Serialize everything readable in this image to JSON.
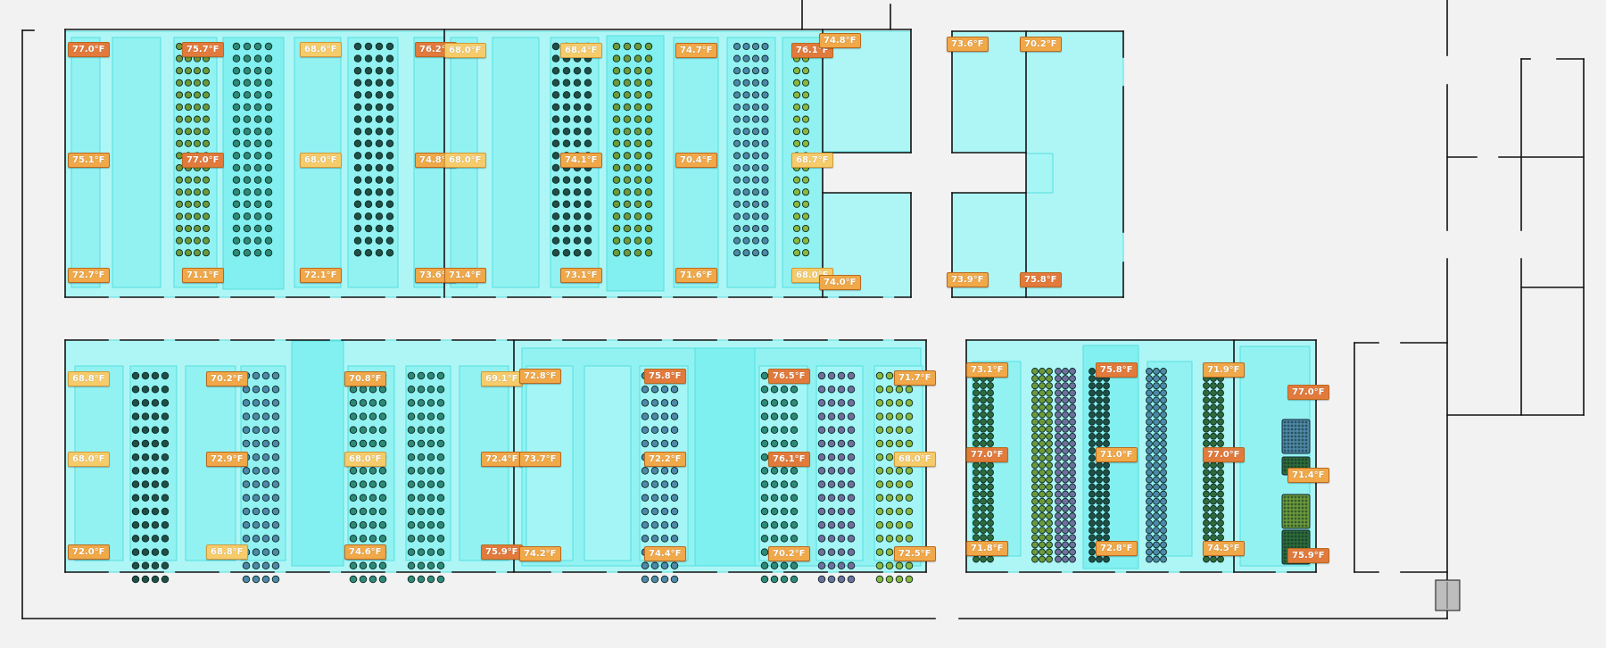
{
  "colors": {
    "background": "#f2f2f2",
    "zone_fill": "#a6f6f6",
    "zone_fill_alt": "#8ff2f2",
    "zone_fill_deep": "#7df0f0",
    "zone_border": "#55dede",
    "wall": "#111111",
    "tag_hot": "#e27a3c",
    "tag_warm": "#f0a848",
    "tag_mild": "#f6cc6a",
    "plant_dark": "#1f4f46",
    "plant_teal": "#2e8a76",
    "plant_green": "#6c9a3a",
    "plant_blue": "#4f88a8",
    "plant_purple": "#6f6f9f",
    "plant_lime": "#8ab83e",
    "plant_forest": "#2f6b3a"
  },
  "icons": [
    "sensor-tag-icon",
    "plant-pot-icon",
    "door-icon"
  ],
  "sensors": [
    {
      "label": "77.0°F",
      "tone": "hot"
    },
    {
      "label": "75.7°F",
      "tone": "hot"
    },
    {
      "label": "68.6°F",
      "tone": "mild"
    },
    {
      "label": "76.2°F",
      "tone": "hot"
    },
    {
      "label": "68.0°F",
      "tone": "mild"
    },
    {
      "label": "68.4°F",
      "tone": "mild"
    },
    {
      "label": "74.7°F",
      "tone": "warm"
    },
    {
      "label": "76.1°F",
      "tone": "hot"
    },
    {
      "label": "74.8°F",
      "tone": "warm"
    },
    {
      "label": "73.6°F",
      "tone": "warm"
    },
    {
      "label": "70.2°F",
      "tone": "warm"
    },
    {
      "label": "75.1°F",
      "tone": "warm"
    },
    {
      "label": "77.0°F",
      "tone": "hot"
    },
    {
      "label": "68.0°F",
      "tone": "mild"
    },
    {
      "label": "74.8°F",
      "tone": "warm"
    },
    {
      "label": "68.0°F",
      "tone": "mild"
    },
    {
      "label": "74.1°F",
      "tone": "warm"
    },
    {
      "label": "70.4°F",
      "tone": "warm"
    },
    {
      "label": "68.7°F",
      "tone": "mild"
    },
    {
      "label": "72.7°F",
      "tone": "warm"
    },
    {
      "label": "71.1°F",
      "tone": "warm"
    },
    {
      "label": "72.1°F",
      "tone": "warm"
    },
    {
      "label": "73.6°F",
      "tone": "warm"
    },
    {
      "label": "71.4°F",
      "tone": "warm"
    },
    {
      "label": "73.1°F",
      "tone": "warm"
    },
    {
      "label": "71.6°F",
      "tone": "warm"
    },
    {
      "label": "68.0°F",
      "tone": "mild"
    },
    {
      "label": "74.0°F",
      "tone": "warm"
    },
    {
      "label": "73.9°F",
      "tone": "warm"
    },
    {
      "label": "75.8°F",
      "tone": "hot"
    },
    {
      "label": "68.8°F",
      "tone": "mild"
    },
    {
      "label": "70.2°F",
      "tone": "warm"
    },
    {
      "label": "70.8°F",
      "tone": "warm"
    },
    {
      "label": "69.1°F",
      "tone": "mild"
    },
    {
      "label": "72.8°F",
      "tone": "warm"
    },
    {
      "label": "75.8°F",
      "tone": "hot"
    },
    {
      "label": "76.5°F",
      "tone": "hot"
    },
    {
      "label": "71.7°F",
      "tone": "warm"
    },
    {
      "label": "73.1°F",
      "tone": "warm"
    },
    {
      "label": "75.8°F",
      "tone": "hot"
    },
    {
      "label": "71.9°F",
      "tone": "warm"
    },
    {
      "label": "77.0°F",
      "tone": "hot"
    },
    {
      "label": "68.0°F",
      "tone": "mild"
    },
    {
      "label": "72.9°F",
      "tone": "warm"
    },
    {
      "label": "68.0°F",
      "tone": "mild"
    },
    {
      "label": "72.4°F",
      "tone": "warm"
    },
    {
      "label": "73.7°F",
      "tone": "warm"
    },
    {
      "label": "72.2°F",
      "tone": "warm"
    },
    {
      "label": "76.1°F",
      "tone": "hot"
    },
    {
      "label": "68.0°F",
      "tone": "mild"
    },
    {
      "label": "77.0°F",
      "tone": "hot"
    },
    {
      "label": "71.0°F",
      "tone": "warm"
    },
    {
      "label": "77.0°F",
      "tone": "hot"
    },
    {
      "label": "71.4°F",
      "tone": "warm"
    },
    {
      "label": "72.0°F",
      "tone": "warm"
    },
    {
      "label": "68.8°F",
      "tone": "mild"
    },
    {
      "label": "74.6°F",
      "tone": "warm"
    },
    {
      "label": "75.9°F",
      "tone": "hot"
    },
    {
      "label": "74.2°F",
      "tone": "warm"
    },
    {
      "label": "74.4°F",
      "tone": "warm"
    },
    {
      "label": "70.2°F",
      "tone": "warm"
    },
    {
      "label": "72.5°F",
      "tone": "warm"
    },
    {
      "label": "71.8°F",
      "tone": "warm"
    },
    {
      "label": "72.8°F",
      "tone": "warm"
    },
    {
      "label": "74.5°F",
      "tone": "warm"
    },
    {
      "label": "75.9°F",
      "tone": "hot"
    }
  ]
}
